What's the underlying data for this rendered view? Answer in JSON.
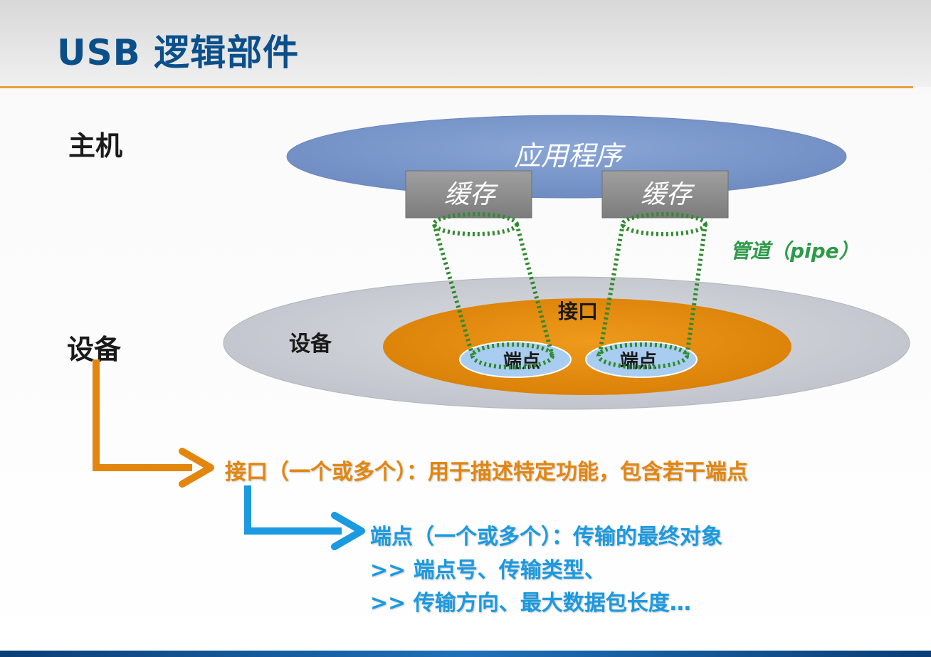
{
  "slide": {
    "title": "USB 逻辑部件"
  },
  "labels": {
    "host": "主机",
    "device": "设备"
  },
  "diagram": {
    "application": "应用程序",
    "buffers": [
      "缓存",
      "缓存"
    ],
    "pipe": "管道（pipe）",
    "device_ellipse": "设备",
    "interface": "接口",
    "endpoints": [
      "端点",
      "端点"
    ]
  },
  "notes": {
    "interface_line": "接口（一个或多个）：用于描述特定功能，包含若干端点",
    "endpoint_line": "端点（一个或多个）：传输的最终对象",
    "endpoint_detail_1": ">> 端点号、传输类型、",
    "endpoint_detail_2": ">> 传输方向、最大数据包长度…"
  },
  "colors": {
    "title": "#0b4f8a",
    "rule": "#e8a13c",
    "application": "#7b96c8",
    "buffer": "#8e8e8e",
    "pipe": "#2e8b2e",
    "device_outer": "#c9cbd2",
    "interface": "#e08a0a",
    "endpoint": "#a9cdf0",
    "arrow_orange": "#e3860d",
    "arrow_blue": "#1a9ae0"
  }
}
